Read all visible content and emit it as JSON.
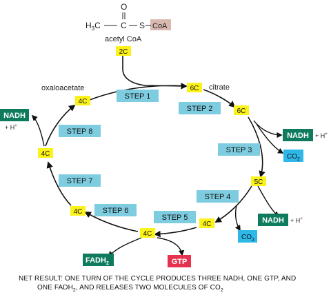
{
  "colors": {
    "step": "#7ecce0",
    "carbon": "#fbf21a",
    "nadh": "#0e7a5e",
    "co2": "#2db8e8",
    "gtp": "#e6314f",
    "coa_highlight": "#d9b8b0"
  },
  "molecule": {
    "h3c": "H",
    "h3c_sub": "3",
    "h3c_tail": "C",
    "c": "C",
    "o": "O",
    "s": "S",
    "coa": "CoA",
    "name": "acetyl CoA"
  },
  "labels": {
    "oxaloacetate": "oxaloacetate",
    "citrate": "citrate"
  },
  "carbons": {
    "input": "2C",
    "citrate": "6C",
    "c6b": "6C",
    "c5": "5C",
    "c4a": "4C",
    "c4b": "4C",
    "c4c": "4C",
    "c4d": "4C",
    "c4e": "4C"
  },
  "steps": [
    "STEP 1",
    "STEP 2",
    "STEP 3",
    "STEP 4",
    "STEP 5",
    "STEP 6",
    "STEP 7",
    "STEP 8"
  ],
  "products": {
    "nadh": "NADH",
    "h_plus": "+ H",
    "plus_sup": "+",
    "co2": "CO",
    "co2_sub": "2",
    "fadh": "FADH",
    "fadh_sub": "2",
    "gtp": "GTP"
  },
  "footer": {
    "line1": "NET RESULT: ONE TURN OF THE CYCLE PRODUCES THREE NADH, ONE GTP, AND",
    "line2a": "ONE FADH",
    "line2_sub": "2",
    "line2b": ", AND RELEASES TWO MOLECULES OF CO",
    "line2_sub2": "2"
  }
}
